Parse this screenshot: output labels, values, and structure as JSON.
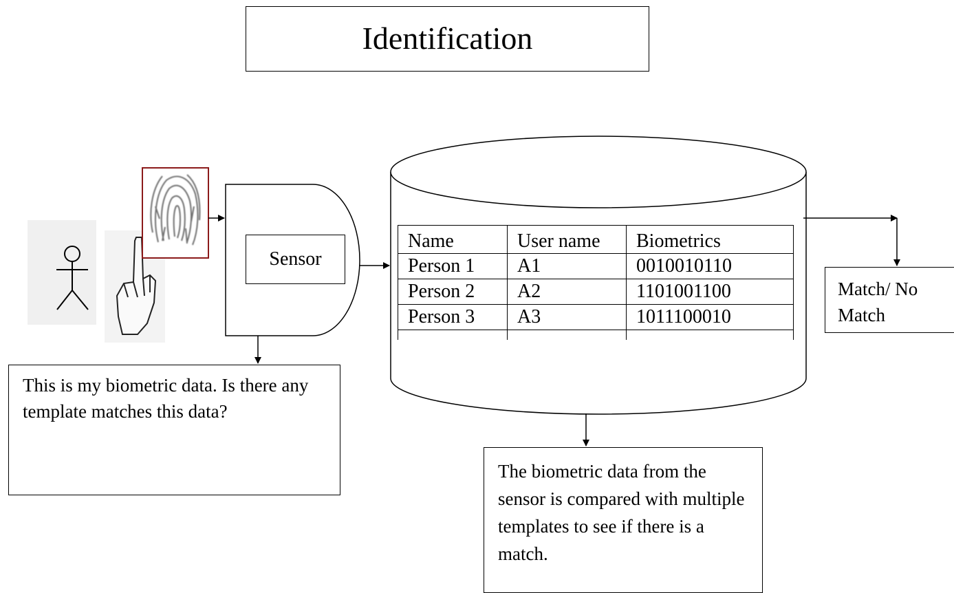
{
  "title": "Identification",
  "sensor": {
    "label": "Sensor"
  },
  "database": {
    "columns": [
      "Name",
      "User name",
      "Biometrics"
    ],
    "rows": [
      [
        "Person 1",
        "A1",
        "0010010110"
      ],
      [
        "Person 2",
        "A2",
        "1101001100"
      ],
      [
        "Person 3",
        "A3",
        "1011100010"
      ]
    ]
  },
  "notes": {
    "user_query": "This is my biometric data. Is there any template matches this data?",
    "comparison": "The biometric data from the sensor is compared with multiple templates to see if there is a match.",
    "result": "Match/ No Match"
  },
  "icons": {
    "user": "stick-figure-icon",
    "finger": "pointing-finger-icon",
    "fingerprint": "fingerprint-image-icon"
  }
}
